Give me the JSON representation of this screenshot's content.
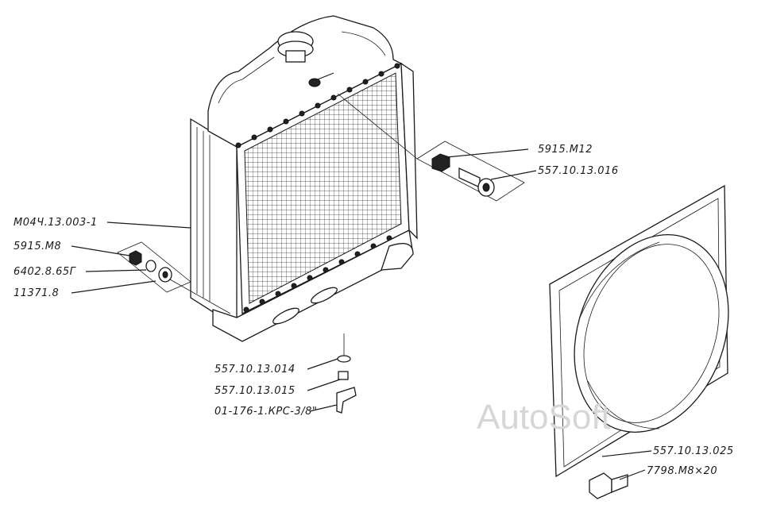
{
  "labels": {
    "radiator_assembly": "М04Ч.13.003-1",
    "bolt_m8_left": "5915.М8",
    "washer_left": "6402.8.65Г",
    "washer_left_2": "11371.8",
    "nut_m12": "5915.М12",
    "fitting_016": "557.10.13.016",
    "part_014": "557.10.13.014",
    "part_015": "557.10.13.015",
    "drain_tap": "01-176-1.КРС-3/8\"",
    "shroud_025": "557.10.13.025",
    "bolt_m8x20": "7798.М8×20"
  },
  "watermark": "AutoSoft"
}
